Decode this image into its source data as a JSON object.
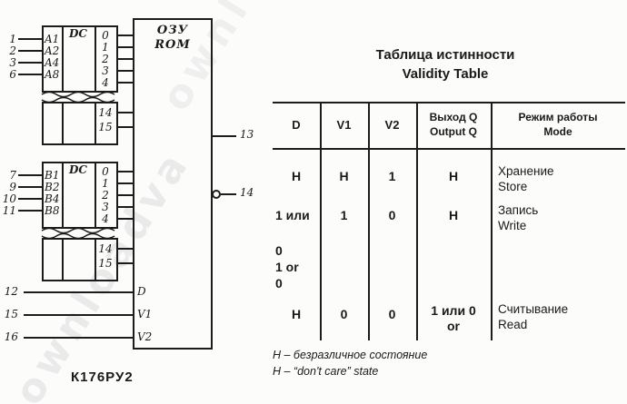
{
  "watermark": {
    "text": "ownloadva"
  },
  "diagram": {
    "chip_label": "К176РУ2",
    "main_block": {
      "line1": "ОЗУ",
      "line2": "ROM"
    },
    "group_a": {
      "dc_label": "DC",
      "pins": [
        "1",
        "2",
        "3",
        "6"
      ],
      "inputs": [
        "A1",
        "A2",
        "A4",
        "A8"
      ],
      "outputs": [
        "0",
        "1",
        "2",
        "3",
        "4"
      ],
      "outputs2": [
        "14",
        "15"
      ]
    },
    "group_b": {
      "dc_label": "DC",
      "pins": [
        "7",
        "9",
        "10",
        "11"
      ],
      "inputs": [
        "B1",
        "B2",
        "B4",
        "B8"
      ],
      "outputs": [
        "0",
        "1",
        "2",
        "3",
        "4"
      ],
      "outputs2": [
        "14",
        "15"
      ]
    },
    "outputs": {
      "pin13": "13",
      "pin14": "14"
    },
    "controls": {
      "pin12": "12",
      "pin15": "15",
      "pin16": "16",
      "label_d": "D",
      "label_v1": "V1",
      "label_v2": "V2"
    }
  },
  "table": {
    "title_ru": "Таблица истинности",
    "title_en": "Validity Table",
    "header": {
      "d": "D",
      "v1": "V1",
      "v2": "V2",
      "q1": "Выход Q",
      "q2": "Output Q",
      "mode1": "Режим работы",
      "mode2": "Mode"
    },
    "rows": {
      "r1": {
        "d": "Н",
        "v1": "Н",
        "v2": "1",
        "q": "Н",
        "mode_ru": "Хранение",
        "mode_en": "Store"
      },
      "r2": {
        "d": "1 или",
        "d2": "0",
        "d3": "1 or",
        "d4": "0",
        "v1": "1",
        "v2": "0",
        "q": "Н",
        "mode_ru": "Запись",
        "mode_en": "Write"
      },
      "r3": {
        "d": "Н",
        "v1": "0",
        "v2": "0",
        "q1": "1 или 0",
        "q2": "or",
        "mode_ru": "Считывание",
        "mode_en": "Read"
      }
    },
    "footnote_ru": "Н – безразличное состояние",
    "footnote_en": "H – “don't care” state"
  }
}
